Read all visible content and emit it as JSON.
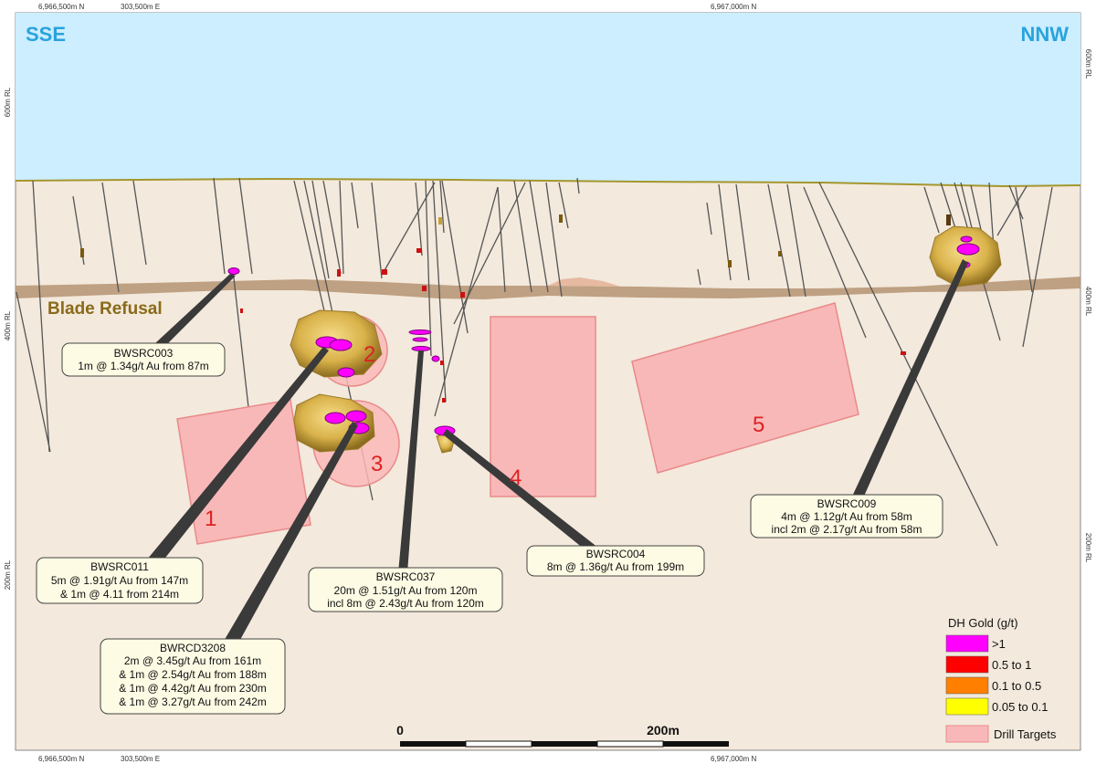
{
  "coords": {
    "top_left_north": "6,966,500m N",
    "top_left_east": "303,500m E",
    "top_center_north": "6,967,000m N",
    "bottom_left_north": "6,966,500m N",
    "bottom_left_east": "303,500m E",
    "bottom_center_north": "6,967,000m N",
    "left_600": "600m RL",
    "left_400": "400m RL",
    "left_200": "200m RL",
    "right_600": "600m RL",
    "right_400": "400m RL",
    "right_200": "200m RL"
  },
  "directions": {
    "left": "SSE",
    "right": "NNW"
  },
  "refusal_label": "Blade Refusal",
  "targets": [
    "1",
    "2",
    "3",
    "4",
    "5"
  ],
  "callouts": [
    {
      "id": "BWSRC003",
      "lines": [
        "1m @ 1.34g/t Au from 87m"
      ]
    },
    {
      "id": "BWSRC011",
      "lines": [
        "5m @ 1.91g/t Au from 147m",
        "& 1m @ 4.11 from 214m"
      ]
    },
    {
      "id": "BWRCD3208",
      "lines": [
        "2m @ 3.45g/t Au from 161m",
        "& 1m @ 2.54g/t Au from 188m",
        "& 1m @ 4.42g/t Au from 230m",
        "& 1m @ 3.27g/t Au from 242m"
      ]
    },
    {
      "id": "BWSRC037",
      "lines": [
        "20m @ 1.51g/t Au from 120m",
        "incl 8m @ 2.43g/t Au from 120m"
      ]
    },
    {
      "id": "BWSRC004",
      "lines": [
        "8m @ 1.36g/t Au from 199m"
      ]
    },
    {
      "id": "BWSRC009",
      "lines": [
        "4m @ 1.12g/t Au from 58m",
        "incl 2m @ 2.17g/t Au from 58m"
      ]
    }
  ],
  "scale": {
    "start": "0",
    "end": "200m"
  },
  "legend": {
    "title": "DH Gold (g/t)",
    "items": [
      {
        "label": ">1",
        "color": "#ff00ff"
      },
      {
        "label": "0.5 to 1",
        "color": "#ff0000"
      },
      {
        "label": "0.1 to 0.5",
        "color": "#ff7f00"
      },
      {
        "label": "0.05 to 0.1",
        "color": "#ffff00"
      }
    ],
    "target_label": "Drill Targets",
    "target_color": "#f9b8b8"
  },
  "colors": {
    "sky": "#cceeff",
    "ground": "#f3e9dc",
    "refusal": "#b89878",
    "target_fill": "#f9b8b8",
    "target_stroke": "#e88a8a",
    "target_number": "#dd2222",
    "direction_text": "#29a3dd",
    "refusal_text": "#8a6a1a"
  }
}
